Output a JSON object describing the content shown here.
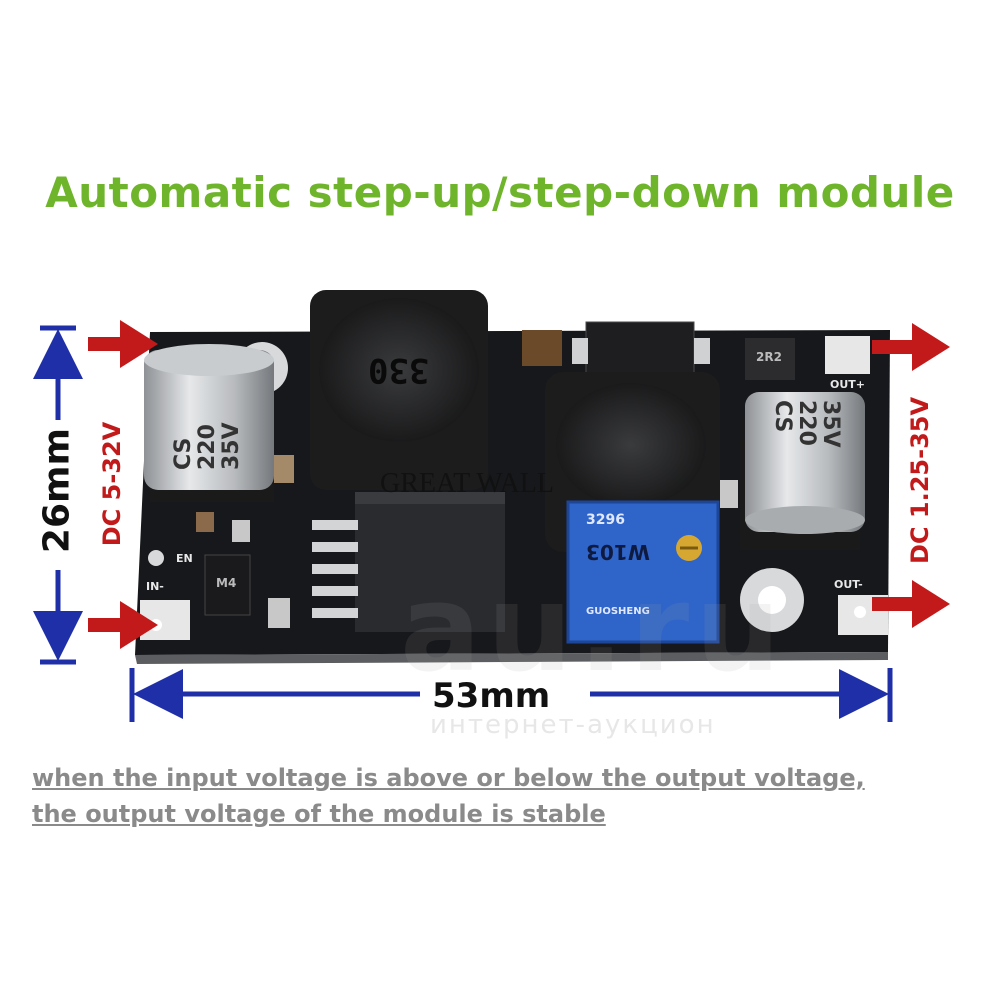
{
  "title": "Automatic step-up/step-down module",
  "description_lines": [
    "when the input voltage is above or below the output voltage,",
    "the output voltage of the module is stable"
  ],
  "dimensions": {
    "height": "26mm",
    "width": "53mm"
  },
  "input_label": "DC 5-32V",
  "output_label": "DC 1.25-35V",
  "board": {
    "brand": "GREAT WALL",
    "capacitor_left": [
      "CS",
      "220",
      "35V"
    ],
    "capacitor_right": [
      "CS",
      "220",
      "35V"
    ],
    "inductor_left": "330",
    "potentiometer": [
      "3296",
      "W103",
      "GUOSHENG"
    ],
    "silkscreen": {
      "en": "EN",
      "in_minus": "IN-",
      "out_minus": "OUT-",
      "out_plus": "OUT+",
      "ind_small": "2R2",
      "diode": "M4"
    }
  },
  "watermark": {
    "main": "au.ru",
    "sub": "интернет-аукцион"
  },
  "colors": {
    "title": "#6fb52c",
    "arrow_red": "#c21a1a",
    "dimension_blue": "#1f2fa8",
    "pcb": "#17181b",
    "text_gray": "#8a8a8a"
  }
}
